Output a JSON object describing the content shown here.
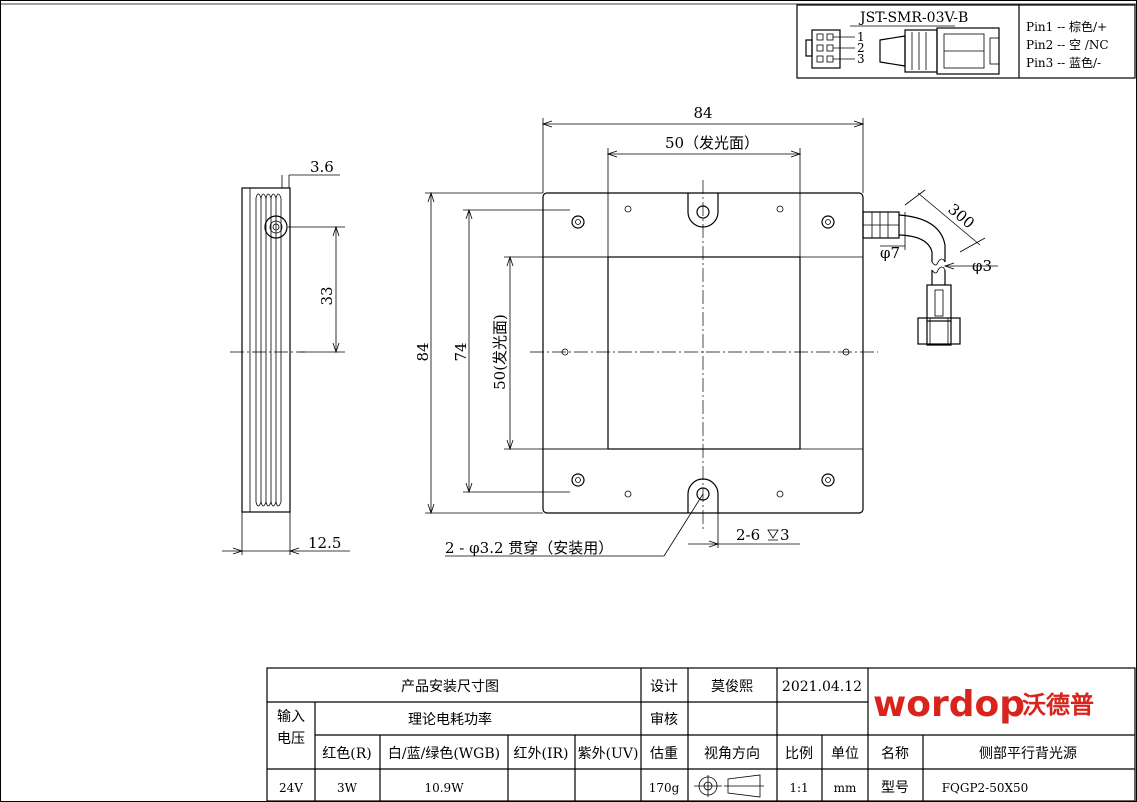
{
  "connector": {
    "part": "JST-SMR-03V-B",
    "pin_numbers": [
      "1",
      "2",
      "3"
    ],
    "pins": [
      "Pin1 -- 棕色/+",
      "Pin2 -- 空 /NC",
      "Pin3 -- 蓝色/-"
    ]
  },
  "dimensions": {
    "side_thickness": "3.6",
    "side_hole_spacing": "33",
    "side_depth": "12.5",
    "front_width": "84",
    "front_height": "84",
    "emitting_width": "50（发光面）",
    "emitting_height": "50(发光面)",
    "hole_spacing": "74",
    "cable_length": "300",
    "cable_outer_dia": "φ7",
    "cable_inner_dia": "φ3",
    "thread_hole": "2-6",
    "thread_depth": "3",
    "mount_hole_note": "2 - φ3.2 贯穿（安装用）"
  },
  "title_block": {
    "drawing_title": "产品安装尺寸图",
    "design_label": "设计",
    "designer": "莫俊熙",
    "date": "2021.04.12",
    "brand_latin": "wordop",
    "brand_cn": "沃德普",
    "input_voltage_label": "输入电压",
    "power_label": "理论电耗功率",
    "review_label": "审核",
    "color_headers": [
      "红色(R)",
      "白/蓝/绿色(WGB)",
      "红外(IR)",
      "紫外(UV)"
    ],
    "weight_label": "估重",
    "view_label": "视角方向",
    "scale_label": "比例",
    "unit_label": "单位",
    "name_label": "名称",
    "product_name": "侧部平行背光源",
    "voltage": "24V",
    "power_r": "3W",
    "power_wgb": "10.9W",
    "weight": "170g",
    "scale": "1:1",
    "unit": "mm",
    "model_label": "型号",
    "model": "FQGP2-50X50"
  }
}
